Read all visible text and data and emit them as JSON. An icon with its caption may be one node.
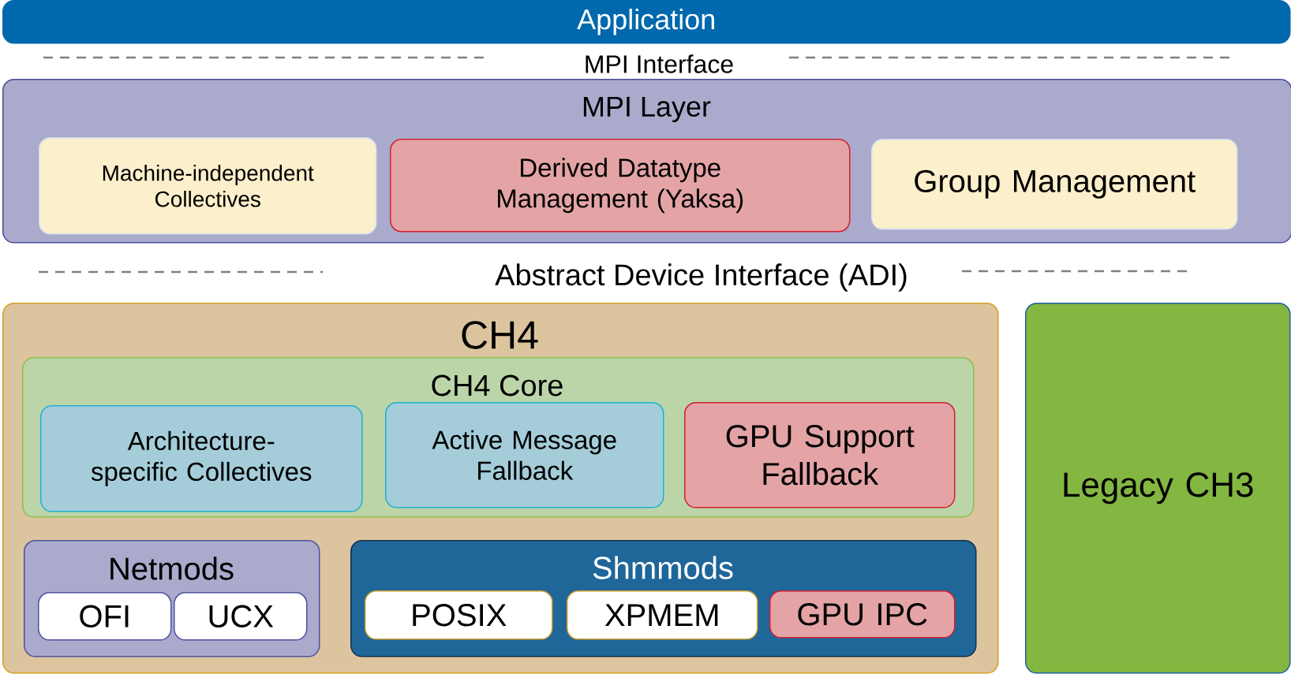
{
  "diagram": {
    "nodes": [
      {
        "text": [
          "Application"
        ]
      },
      {
        "text": [
          "MPI Layer"
        ]
      },
      {
        "text": [
          "Machine-independent Collectives"
        ],
        "in": 1
      },
      {
        "text": [
          "Derived Datatype Management (Yaksa)"
        ],
        "in": 1
      },
      {
        "text": [
          "Group Management"
        ],
        "in": 1
      },
      {
        "text": [
          "CH4"
        ]
      },
      {
        "text": [
          "CH4 Core"
        ],
        "in": 5
      },
      {
        "text": [
          "Architecture-specific Collectives"
        ],
        "in": 6
      },
      {
        "text": [
          "Active Message Fallback"
        ],
        "in": 6
      },
      {
        "text": [
          "GPU Support Fallback"
        ],
        "in": 6
      },
      {
        "text": [
          "Netmods"
        ],
        "in": 5
      },
      {
        "text": [
          "OFI"
        ],
        "in": 10
      },
      {
        "text": [
          "UCX"
        ],
        "in": 10
      },
      {
        "text": [
          "Shmmods"
        ],
        "in": 5
      },
      {
        "text": [
          "POSIX"
        ],
        "in": 13
      },
      {
        "text": [
          "XPMEM"
        ],
        "in": 13
      },
      {
        "text": [
          "GPU IPC"
        ],
        "in": 13
      },
      {
        "text": [
          "Legacy CH3"
        ]
      }
    ],
    "labels": [
      "MPI Interface",
      "Abstract Device Interface (ADI)"
    ]
  }
}
